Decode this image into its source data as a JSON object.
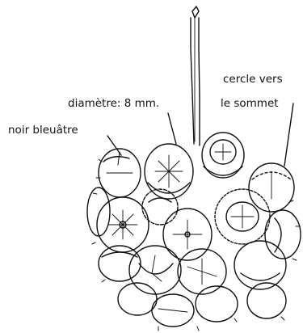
{
  "labels": {
    "diameter": "diamètre: 8 mm.",
    "color": "noir bleuâtre",
    "circle_line1": "cercle vers",
    "circle_line2": "le sommet"
  },
  "colors": {
    "ink": "#111111",
    "background": "#ffffff"
  }
}
